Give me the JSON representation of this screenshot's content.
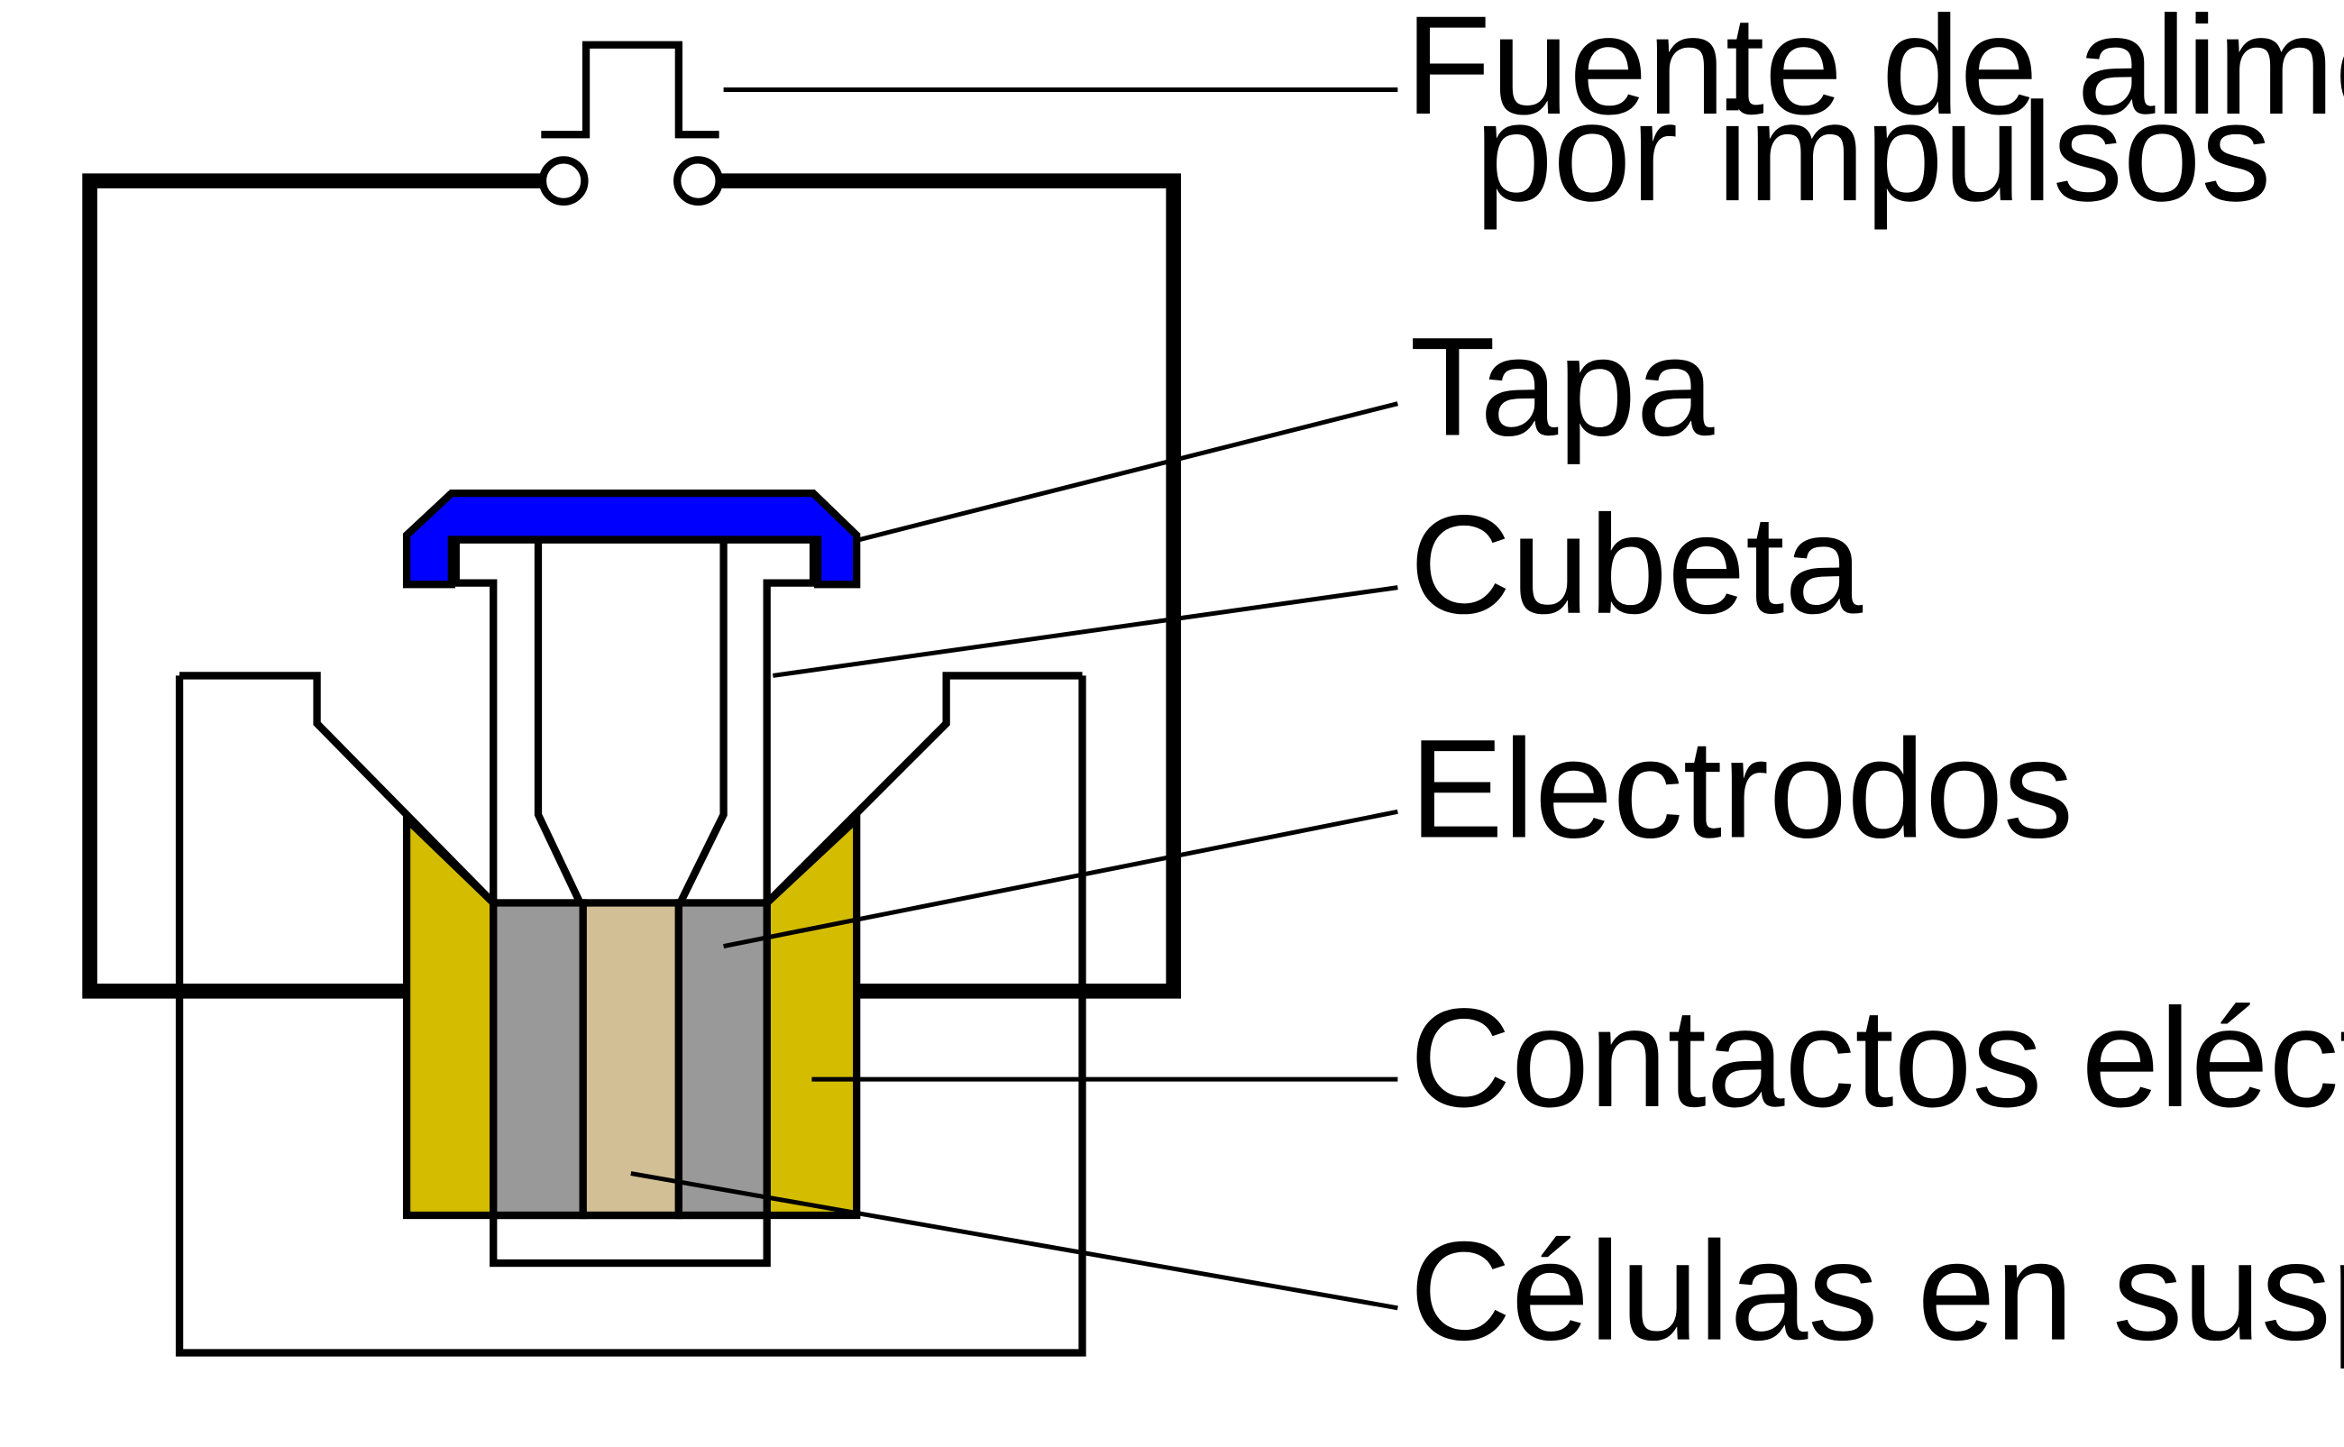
{
  "diagram": {
    "labels": {
      "power_supply_line1": "Fuente de alimentación",
      "power_supply_line2": "por impulsos",
      "lid": "Tapa",
      "cuvette": "Cubeta",
      "electrodes": "Electrodos",
      "contacts": "Contactos eléctricos",
      "cells": "Células en suspensión"
    },
    "colors": {
      "lid": "#0000ff",
      "contacts": "#d4bd00",
      "electrodes": "#999999",
      "cells": "#d3bf96",
      "line": "#000000",
      "background": "#ffffff"
    }
  }
}
